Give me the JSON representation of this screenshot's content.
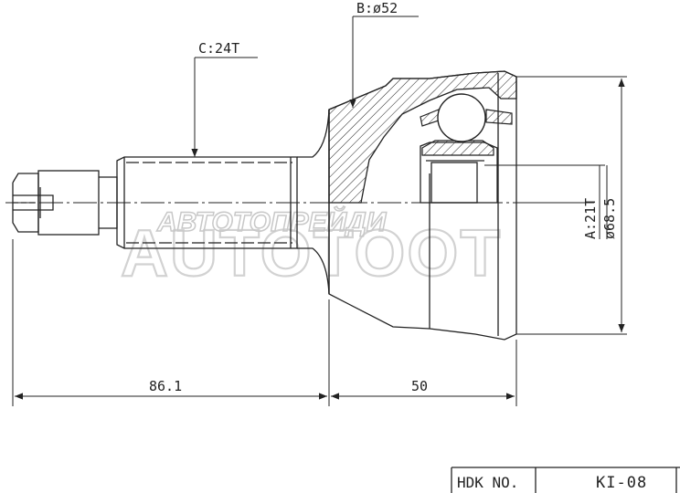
{
  "labels": {
    "b": "B:ø52",
    "c": "C:24T",
    "a": "A:21T",
    "d": "ø68.5",
    "len_shaft": "86.1",
    "len_body": "50"
  },
  "watermark": {
    "main": "AUTOTOOT",
    "italic": "АВТОТОПРЕЙДИ"
  },
  "title_block": {
    "label": "HDK NO.",
    "value": "KI-08"
  },
  "colors": {
    "line": "#222222",
    "watermark": "#cfcfcf"
  }
}
